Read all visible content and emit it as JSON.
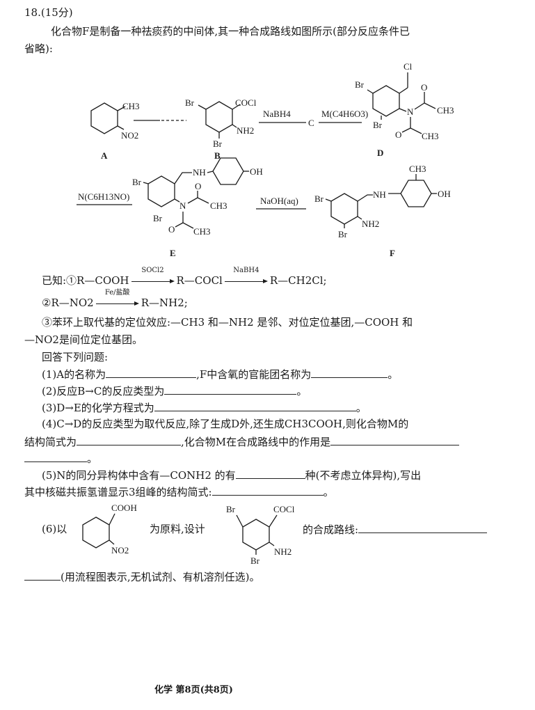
{
  "header": {
    "number": "18.(15分)"
  },
  "intro": {
    "line1": "化合物F是制备一种祛痰药的中间体,其一种合成路线如图所示(部分反应条件已",
    "line2": "省略):"
  },
  "scheme": {
    "A": {
      "label": "A",
      "ch3": "CH3",
      "no2": "NO2"
    },
    "B": {
      "label": "B",
      "br1": "Br",
      "cocl": "COCl",
      "nh2": "NH2",
      "br2": "Br"
    },
    "reagent_nabh4": "NaBH4",
    "C": "C",
    "reagent_m": "M(C4H6O3)",
    "D": {
      "label": "D",
      "cl": "Cl",
      "br1": "Br",
      "br2": "Br",
      "n": "N",
      "o1": "O",
      "o2": "O",
      "ch3a": "CH3",
      "ch3b": "CH3"
    },
    "reagent_n": "N(C6H13NO)",
    "E": {
      "label": "E",
      "br1": "Br",
      "br2": "Br",
      "nh": "NH",
      "oh": "OH",
      "n": "N",
      "o1": "O",
      "o2": "O",
      "ch3a": "CH3",
      "ch3b": "CH3"
    },
    "reagent_naoh": "NaOH(aq)",
    "F": {
      "label": "F",
      "br1": "Br",
      "br2": "Br",
      "nh": "NH",
      "oh": "OH",
      "ch3": "CH3",
      "nh2": "NH2"
    }
  },
  "known": {
    "k1_prefix": "已知:①R—COOH",
    "k1_r1": "SOCl2",
    "k1_mid": "R—COCl",
    "k1_r2": "NaBH4",
    "k1_end": "R—CH2Cl;",
    "k2_prefix": "②R—NO2",
    "k2_r": "Fe/盐酸",
    "k2_end": "R—NH2;",
    "k3_line1": "③苯环上取代基的定位效应:—CH3 和—NH2 是邻、对位定位基团,—COOH 和",
    "k3_line2": "—NO2是间位定位基团。"
  },
  "questions": {
    "intro": "回答下列问题:",
    "q1a": "(1)A的名称为",
    "q1b": ",F中含氧的官能团名称为",
    "q1c": "。",
    "q2a": "(2)反应B→C的反应类型为",
    "q2b": "。",
    "q3a": "(3)D→E的化学方程式为",
    "q3b": "。",
    "q4_line1": "(4)C→D的反应类型为取代反应,除了生成D外,还生成CH3COOH,则化合物M的",
    "q4a": "结构简式为",
    "q4b": ",化合物M在合成路线中的作用是",
    "q4c": "。",
    "q5_line1a": "(5)N的同分异构体中含有—CONH2 的有",
    "q5_line1b": "种(不考虑立体异构),写出",
    "q5_line2a": "其中核磁共振氢谱显示3组峰的结构简式:",
    "q5_line2b": "。",
    "q6a": "(6)以",
    "q6b": "为原料,设计",
    "q6c": "的合成路线:",
    "q6_s1": {
      "cooh": "COOH",
      "no2": "NO2"
    },
    "q6_s2": {
      "br1": "Br",
      "cocl": "COCl",
      "nh2": "NH2",
      "br2": "Br"
    },
    "q6_line2": "(用流程图表示,无机试剂、有机溶剂任选)。"
  },
  "footer": {
    "text": "化学 第8页(共8页)"
  }
}
